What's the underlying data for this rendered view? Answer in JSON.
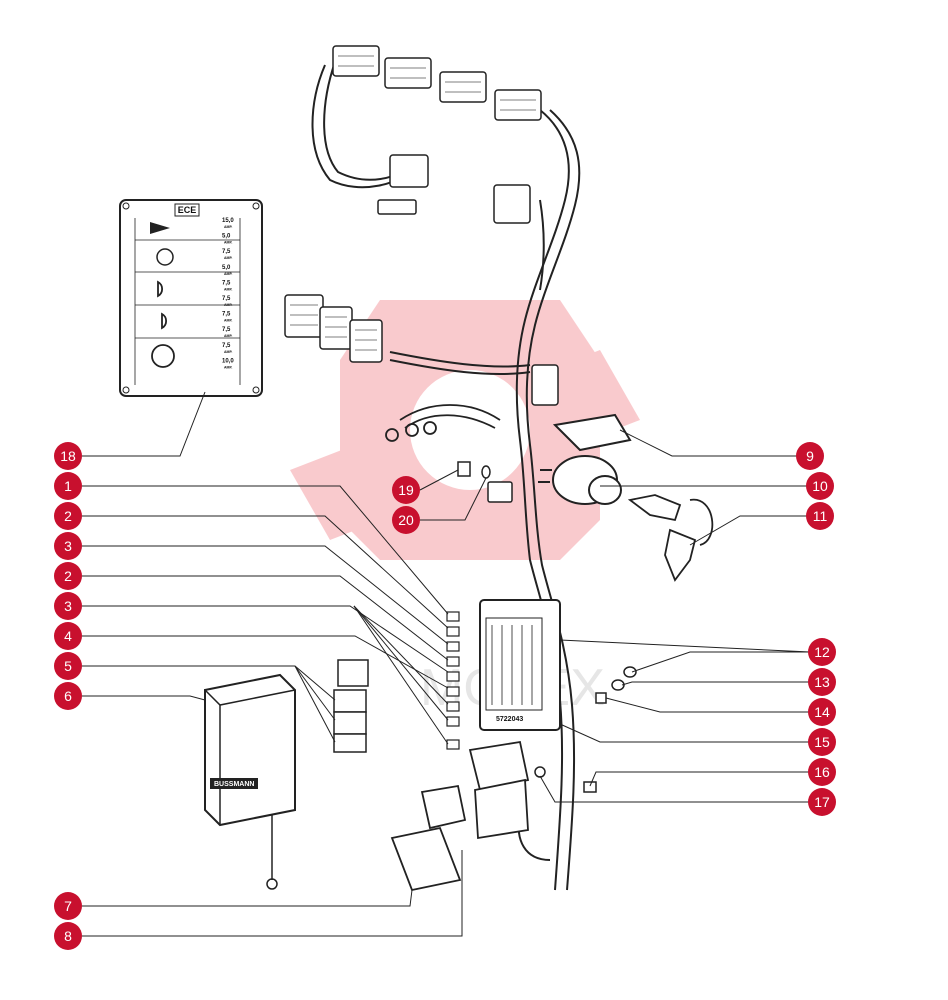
{
  "colors": {
    "callout": "#c8102e",
    "watermark": "#e8323c",
    "line": "#222222"
  },
  "watermark": {
    "text": "MOTEX"
  },
  "fuse_panel": {
    "header": "ECE",
    "ratings": [
      "15,0",
      "5,0",
      "7,5",
      "5,0",
      "7,5",
      "7,5",
      "7,5",
      "7,5",
      "7,5",
      "10,0"
    ],
    "unit": "AMP."
  },
  "parts": {
    "timer_brand": "BUSSMANN",
    "fusebox_code": "5722043"
  },
  "callouts": [
    {
      "label": "18",
      "side": "left"
    },
    {
      "label": "1",
      "side": "left"
    },
    {
      "label": "2",
      "side": "left"
    },
    {
      "label": "3",
      "side": "left"
    },
    {
      "label": "2",
      "side": "left"
    },
    {
      "label": "3",
      "side": "left"
    },
    {
      "label": "4",
      "side": "left"
    },
    {
      "label": "5",
      "side": "left"
    },
    {
      "label": "6",
      "side": "left"
    },
    {
      "label": "7",
      "side": "left"
    },
    {
      "label": "8",
      "side": "left"
    },
    {
      "label": "19",
      "side": "middle"
    },
    {
      "label": "20",
      "side": "middle"
    },
    {
      "label": "9",
      "side": "right"
    },
    {
      "label": "10",
      "side": "right"
    },
    {
      "label": "11",
      "side": "right"
    },
    {
      "label": "12",
      "side": "right"
    },
    {
      "label": "13",
      "side": "right"
    },
    {
      "label": "14",
      "side": "right"
    },
    {
      "label": "15",
      "side": "right"
    },
    {
      "label": "16",
      "side": "right"
    },
    {
      "label": "17",
      "side": "right"
    }
  ]
}
